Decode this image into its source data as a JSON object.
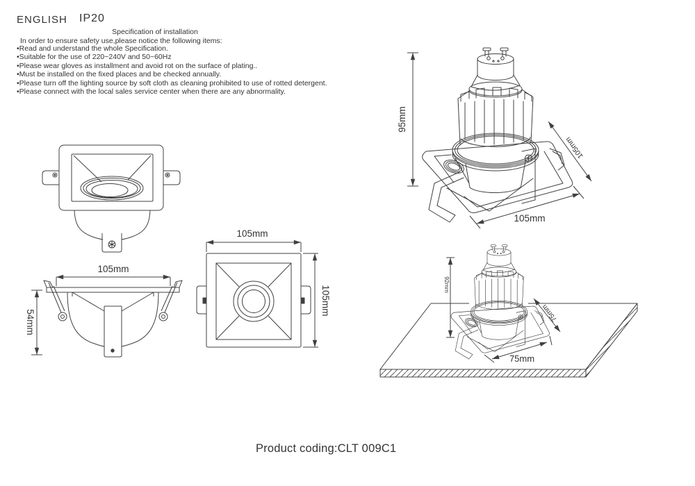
{
  "header": {
    "language": "ENGLISH",
    "ip_rating": "IP20"
  },
  "spec": {
    "title": "Specification of installation",
    "intro": "In order to ensure safety use,please notice the following items:",
    "items": [
      "•Read and understand the whole Specification.",
      "•Suitable for the use of 220~240V and 50~60Hz",
      "•Please wear gloves as installment and avoid rot on the surface of plating..",
      "•Must be installed on the fixed places and be checked annually.",
      "•Please turn off the lighting source by soft cloth as cleaning prohibited to use of rotted detergent.",
      "•Please connect with the local sales service center when there are any abnormality."
    ]
  },
  "drawings": {
    "side_view": {
      "width": "105mm",
      "height": "54mm"
    },
    "top_view": {
      "width": "105mm",
      "height": "105mm"
    },
    "iso_view": {
      "height": "95mm",
      "depth": "105mm",
      "width": "105mm"
    },
    "mounted_view": {
      "height": "92mm",
      "depth": "75mm",
      "width": "75mm"
    }
  },
  "footer": {
    "product_coding": "Product coding:CLT 009C1"
  },
  "colors": {
    "line": "#404040",
    "text": "#333333",
    "background": "#ffffff"
  }
}
